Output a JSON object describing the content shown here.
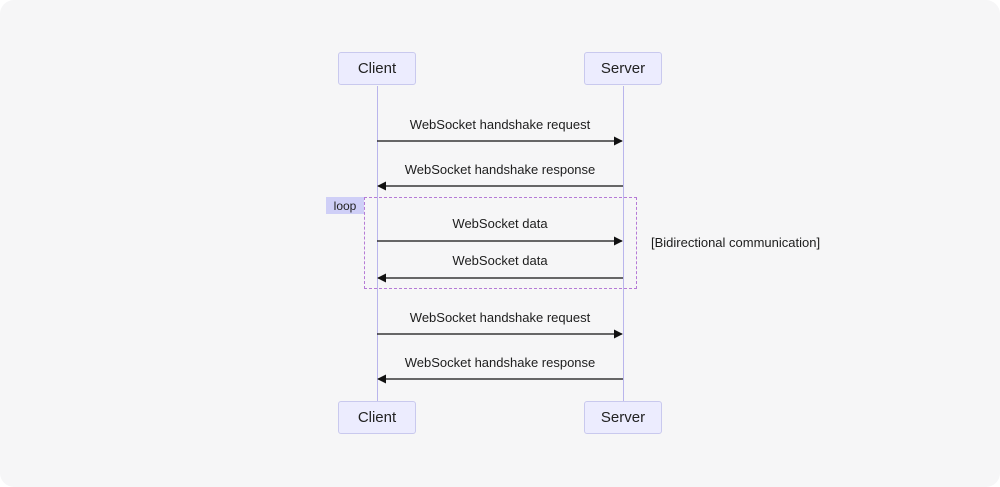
{
  "participants": {
    "client": "Client",
    "server": "Server"
  },
  "messages": [
    {
      "label": "WebSocket handshake request",
      "direction": "client-to-server"
    },
    {
      "label": "WebSocket handshake response",
      "direction": "server-to-client"
    },
    {
      "label": "WebSocket data",
      "direction": "client-to-server"
    },
    {
      "label": "WebSocket data",
      "direction": "server-to-client"
    },
    {
      "label": "WebSocket handshake request",
      "direction": "client-to-server"
    },
    {
      "label": "WebSocket handshake response",
      "direction": "server-to-client"
    }
  ],
  "loop": {
    "tag": "loop",
    "condition": "[Bidirectional communication]"
  },
  "colors": {
    "background": "#f6f6f7",
    "actor_fill": "#ececfe",
    "actor_border": "#c9c9ee",
    "lifeline": "#b9b5ec",
    "loop_border": "#b57ad6",
    "loop_tag_fill": "#cfcff7",
    "arrow": "#111111"
  }
}
